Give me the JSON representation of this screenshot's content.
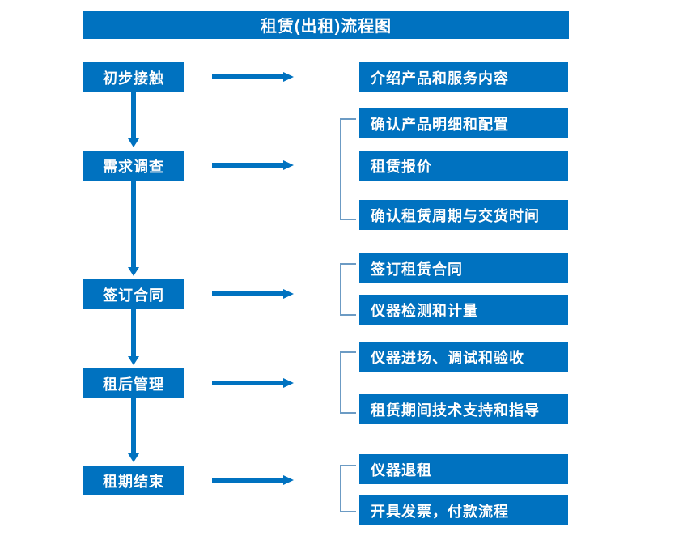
{
  "diagram": {
    "title": "租赁(出租)流程图",
    "accent_color": "#0072C0",
    "bracket_color": "#6C9BC4",
    "text_color": "#FFFFFF",
    "background_color": "#FFFFFF",
    "stages": [
      {
        "label": "初步接触"
      },
      {
        "label": "需求调查"
      },
      {
        "label": "签订合同"
      },
      {
        "label": "租后管理"
      },
      {
        "label": "租期结束"
      }
    ],
    "details": [
      {
        "label": "介绍产品和服务内容"
      },
      {
        "label": "确认产品明细和配置"
      },
      {
        "label": "租赁报价"
      },
      {
        "label": "确认租赁周期与交货时间"
      },
      {
        "label": "签订租赁合同"
      },
      {
        "label": "仪器检测和计量"
      },
      {
        "label": "仪器进场、调试和验收"
      },
      {
        "label": "租赁期间技术支持和指导"
      },
      {
        "label": "仪器退租"
      },
      {
        "label": "开具发票，付款流程"
      }
    ]
  }
}
